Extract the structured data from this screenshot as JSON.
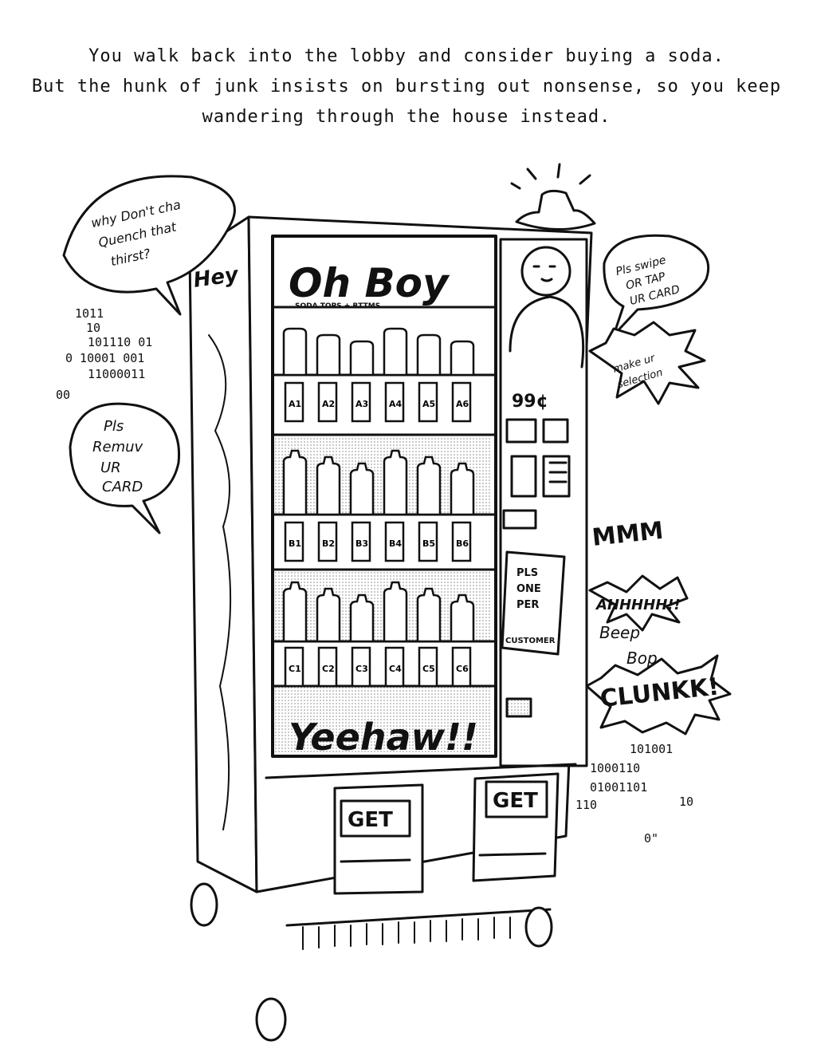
{
  "caption": {
    "line1": "You walk back into the lobby and consider buying a soda.",
    "line2": "But the hunk of junk insists on bursting out nonsense, so you keep",
    "line3": "wandering through the house instead."
  },
  "machine": {
    "brand": "Oh Boy",
    "brand_sub": "SODA TOPS + BTTMS",
    "price": "99¢",
    "sign": [
      "PLS",
      "ONE",
      "PER",
      "CUSTOMER"
    ],
    "footer": "Yeehaw!!",
    "get_left": "GET",
    "get_right": "GET",
    "side": "Hey",
    "slots": [
      [
        "A1",
        "A2",
        "A3",
        "A4",
        "A5",
        "A6"
      ],
      [
        "B1",
        "B2",
        "B3",
        "B4",
        "B5",
        "B6"
      ],
      [
        "C1",
        "C2",
        "C3",
        "C4",
        "C5",
        "C6"
      ]
    ]
  },
  "bubbles": {
    "quench": [
      "why Don't cha",
      "Quench that",
      "thirst?"
    ],
    "remove": [
      "Pls",
      "Remuv",
      "UR",
      "CARD"
    ],
    "swipe": [
      "Pls swipe",
      "OR TAP",
      "UR CARD"
    ],
    "selection": [
      "make ur",
      "selection"
    ]
  },
  "sfx": {
    "mmm": "MMM",
    "ahh": "AHHHHH!!",
    "beep": "Beep",
    "bop": "Bop",
    "clunk": "CLUNKK!"
  },
  "binary": {
    "left": [
      "1011",
      "10",
      "101110 01",
      "0  10001 001",
      "11000011",
      "00"
    ],
    "right": [
      "101001",
      "1000110",
      "01001101",
      "110",
      "10",
      "0\""
    ]
  }
}
